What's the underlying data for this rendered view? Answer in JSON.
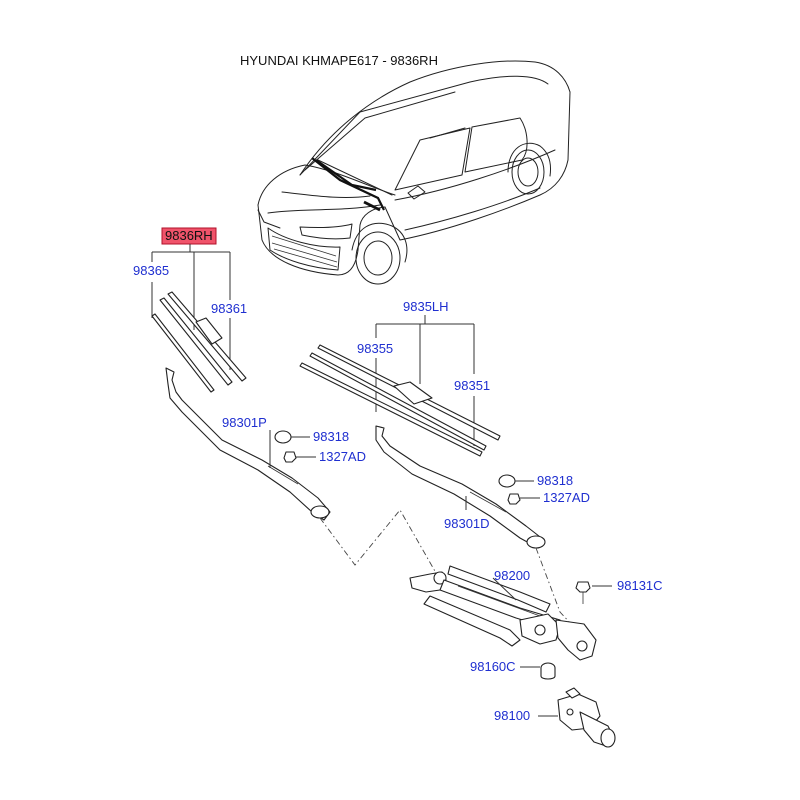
{
  "title": "HYUNDAI KHMAPE617 - 9836RH",
  "colors": {
    "label": "#1f2fd0",
    "highlight_fill": "#f0536a",
    "highlight_border": "#b0102a",
    "line": "#333333"
  },
  "groups": {
    "rh": "9836RH",
    "lh": "9835LH"
  },
  "parts": {
    "p98365": "98365",
    "p98361": "98361",
    "p98355": "98355",
    "p98351": "98351",
    "p98301P": "98301P",
    "p98318a": "98318",
    "p1327ADa": "1327AD",
    "p98318b": "98318",
    "p1327ADb": "1327AD",
    "p98301D": "98301D",
    "p98200": "98200",
    "p98131C": "98131C",
    "p98160C": "98160C",
    "p98100": "98100"
  }
}
